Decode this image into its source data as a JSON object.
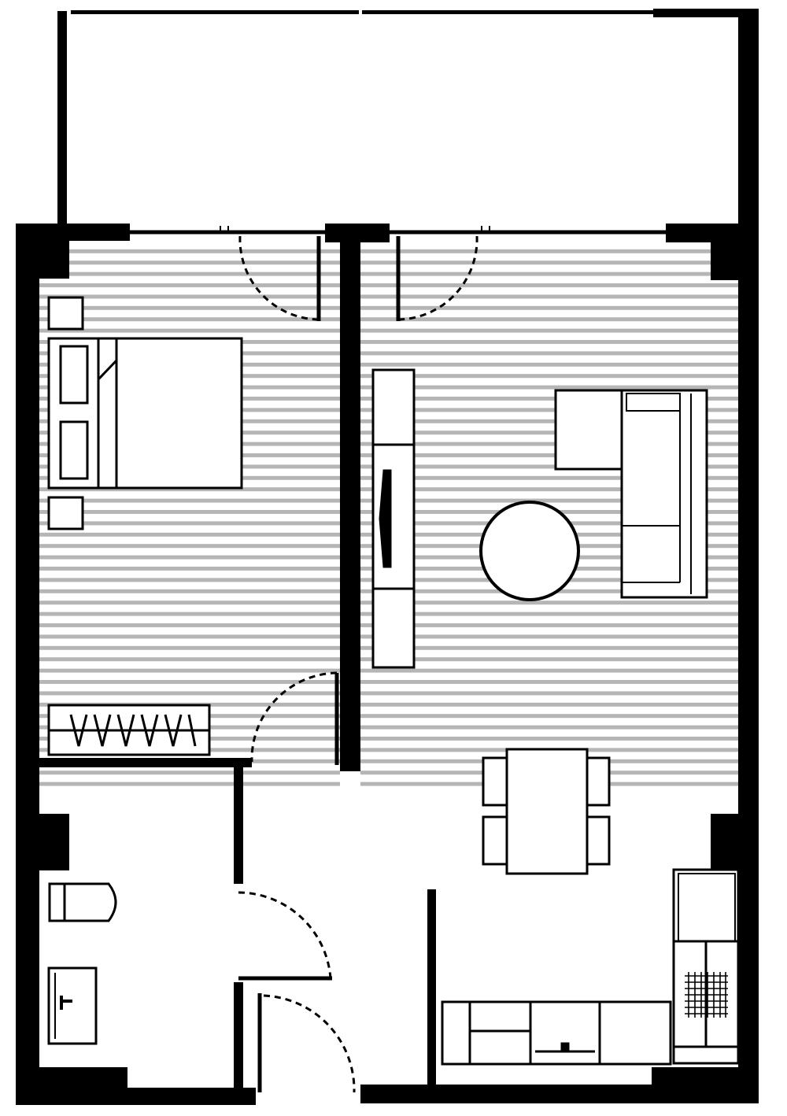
{
  "plan": {
    "background": "#ffffff",
    "wall_color": "#000000",
    "line_color": "#000000",
    "floor_stripe_color": "#b5b5b5"
  },
  "rooms": [
    {
      "name": "balcony"
    },
    {
      "name": "bedroom",
      "flooring": "wood-planks"
    },
    {
      "name": "living-room",
      "flooring": "wood-planks"
    },
    {
      "name": "bathroom"
    },
    {
      "name": "hallway"
    },
    {
      "name": "kitchen"
    }
  ],
  "furniture": [
    "double-bed",
    "nightstand",
    "pillow",
    "wardrobe",
    "tv-cabinet",
    "corner-sofa",
    "round-coffee-table",
    "dining-table",
    "dining-chair",
    "toilet",
    "washbasin",
    "kitchen-counter",
    "kitchen-sink",
    "stove",
    "refrigerator"
  ],
  "doors": [
    "bedroom-balcony-door",
    "living-balcony-door",
    "bedroom-door",
    "bathroom-door",
    "entrance-door"
  ]
}
